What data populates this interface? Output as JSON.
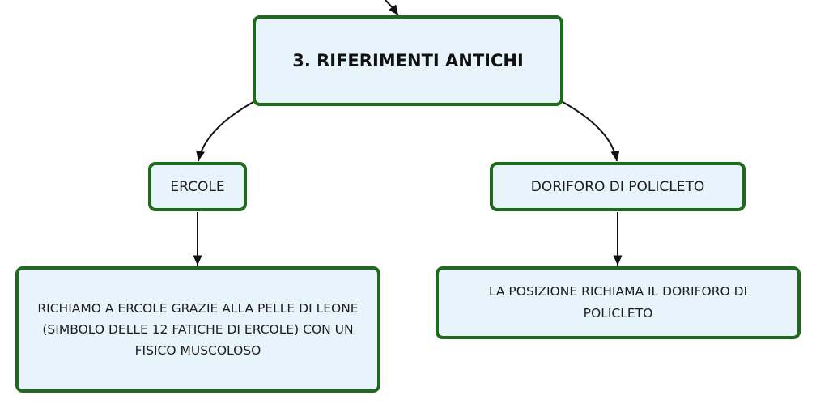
{
  "diagram": {
    "root": {
      "label": "3. RIFERIMENTI ANTICHI"
    },
    "children": [
      {
        "label": "ERCOLE",
        "description": "RICHIAMO A ERCOLE GRAZIE ALLA PELLE DI LEONE (SIMBOLO DELLE 12 FATICHE DI ERCOLE) CON UN FISICO MUSCOLOSO"
      },
      {
        "label": "DORIFORO DI POLICLETO",
        "description": "LA POSIZIONE RICHIAMA IL DORIFORO DI POLICLETO"
      }
    ]
  },
  "colors": {
    "node_fill": "#e8f4fc",
    "node_border": "#1e6b1e",
    "connector": "#111111"
  }
}
